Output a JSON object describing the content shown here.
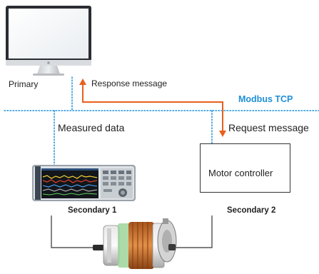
{
  "labels": {
    "primary": "Primary",
    "response_message": "Response message",
    "protocol": "Modbus TCP",
    "measured_data": "Measured data",
    "request_message": "Request message",
    "motor_controller": "Motor controller",
    "secondary_1": "Secondary 1",
    "secondary_2": "Secondary 2"
  },
  "colors": {
    "network_line": "#1e90d8",
    "message_arrow": "#e8601c",
    "wire": "#333333"
  },
  "icons": {
    "primary_device": "desktop-monitor-icon",
    "secondary_1_device": "power-analyzer-icon",
    "motor": "electric-motor-icon"
  }
}
